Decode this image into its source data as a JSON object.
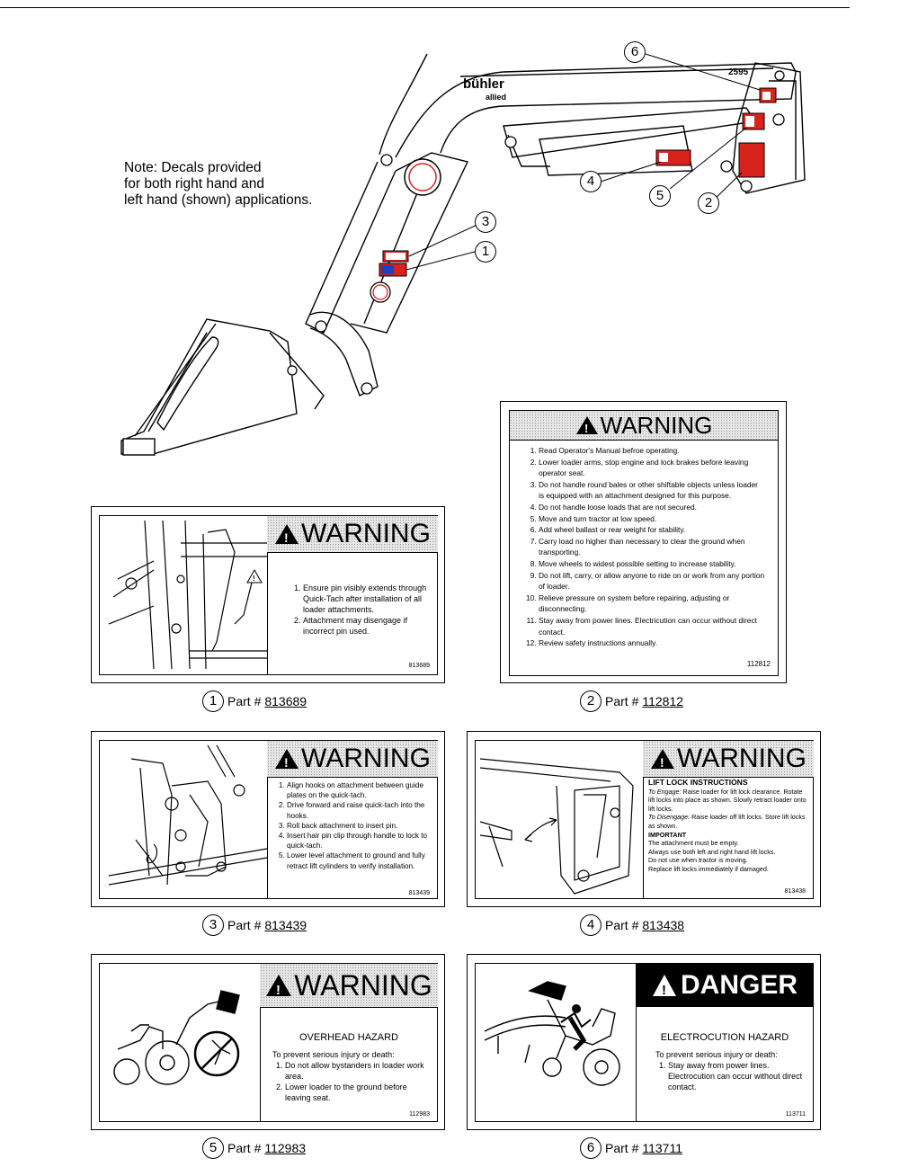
{
  "note": "Note:  Decals provided\nfor both right hand and\nleft hand (shown) applications.",
  "callouts": [
    "6",
    "3",
    "1",
    "4",
    "5",
    "2"
  ],
  "decals": {
    "d1": {
      "callout": "1",
      "part_label": "Part #",
      "part_number": "813689",
      "header": "WARNING",
      "items": [
        "Ensure pin visibly extends through Quick-Tach after installation of all loader attachments.",
        "Attachment may disengage if incorrect pin used."
      ],
      "code": "813689"
    },
    "d2": {
      "callout": "2",
      "part_label": "Part #",
      "part_number": "112812",
      "header": "WARNING",
      "items": [
        "Read Operator's Manual befroe operating.",
        "Lower loader arms, stop engine and lock brakes before leaving operator seat.",
        "Do not handle round bales or other shiftable objects unless loader is equipped with an attachment designed for this purpose.",
        "Do not handle loose loads that are not secured.",
        "Move and turn tractor at low speed.",
        "Add wheel ballast or rear weight for stability.",
        "Carry load no higher than necessary to clear the ground when transporting.",
        "Move wheels to widest possible setting to increase stability.",
        "Do not lift, carry, or allow anyone to ride on or work from any portion of loader.",
        "Relieve pressure on system before repairing, adjusting or disconnecting.",
        "Stay away from power lines.  Electricution can occur without direct contact.",
        "Review safety instructions annually."
      ],
      "code": "112812"
    },
    "d3": {
      "callout": "3",
      "part_label": "Part #",
      "part_number": "813439",
      "header": "WARNING",
      "items": [
        "Align hooks on attachment between guide plates on the quick-tach.",
        "Drive forward and raise quick-tach into the hooks.",
        "Roll back attachment to insert pin.",
        "Insert hair pin clip through handle to lock to quick-tach.",
        "Lower level attachment to ground and fully retract lift cylinders to verify installation."
      ],
      "code": "813439"
    },
    "d4": {
      "callout": "4",
      "part_label": "Part #",
      "part_number": "813438",
      "header": "WARNING",
      "subtitle": "LIFT LOCK INSTRUCTIONS",
      "engage_label": "To Engage:",
      "engage": "Raise loader for lift lock clearance. Rotate lift locks into place as shown. Slowly retract loader onto lift locks.",
      "disengage_label": "To Disengage:",
      "disengage": "Raise loader off lift locks. Store lift locks as shown.",
      "important": "IMPORTANT",
      "important_lines": [
        "The attachment must be empty.",
        "Always use both left and right hand lift locks.",
        "Do not use when tractor is moving.",
        "Replace lift locks immediately if damaged."
      ],
      "code": "813438"
    },
    "d5": {
      "callout": "5",
      "part_label": "Part #",
      "part_number": "112983",
      "header": "WARNING",
      "hazard": "OVERHEAD HAZARD",
      "lead": "To prevent serious injury or death:",
      "items": [
        "Do not allow bystanders in loader work area.",
        "Lower loader to the ground before leaving seat."
      ],
      "code": "112983"
    },
    "d6": {
      "callout": "6",
      "part_label": "Part #",
      "part_number": "113711",
      "header": "DANGER",
      "hazard": "ELECTROCUTION HAZARD",
      "lead": "To prevent serious injury or death:",
      "items": [
        "Stay away from power lines. Electrocution can occur without direct contact."
      ],
      "code": "113711"
    }
  },
  "loader_brand": "bühler",
  "loader_sub": "allied",
  "loader_model": "2595",
  "colors": {
    "decal_red": "#d9221c",
    "decal_blue": "#1f3fbf"
  }
}
